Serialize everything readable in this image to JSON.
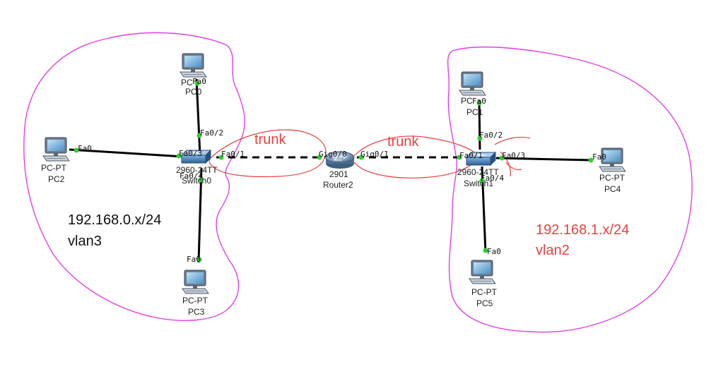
{
  "colors": {
    "link": "#000000",
    "port_dot": "#33cc33",
    "vlan_outline": "#e040e0",
    "annotation_red": "#e8403f",
    "device_blue": "#3d6ea6"
  },
  "devices": {
    "pc0": {
      "type": "PC",
      "name": "PC0",
      "port": "Fa0",
      "icon": "pc-icon"
    },
    "pc1": {
      "type": "PC",
      "name": "PC1",
      "port": "Fa0",
      "icon": "pc-icon"
    },
    "pc2": {
      "type": "PC-PT",
      "name": "PC2",
      "port": "Fa0",
      "icon": "pc-icon"
    },
    "pc3": {
      "type": "PC-PT",
      "name": "PC3",
      "port": "Fa0",
      "icon": "pc-icon"
    },
    "pc4": {
      "type": "PC-PT",
      "name": "PC4",
      "port": "Fa0",
      "icon": "pc-icon"
    },
    "pc5": {
      "type": "PC-PT",
      "name": "PC5",
      "port": "Fa0",
      "icon": "pc-icon"
    },
    "switch0": {
      "model": "2960-24TT",
      "name": "Switch0",
      "icon": "switch-icon",
      "ports": {
        "to_pc0": "Fa0/2",
        "to_pc2": "Fa0/3",
        "to_pc3": "Fa0/4",
        "to_router": "Fa0/1"
      }
    },
    "switch1": {
      "model": "2960-24TT",
      "name": "Switch1",
      "icon": "switch-icon",
      "ports": {
        "to_pc1": "Fa0/2",
        "to_pc4": "Fa0/3",
        "to_pc5": "Fa0/4",
        "to_router": "Fa0/1"
      }
    },
    "router2": {
      "model": "2901",
      "name": "Router2",
      "icon": "router-icon",
      "ports": {
        "to_switch0": "Gig0/0",
        "to_switch1": "Gig0/1"
      }
    }
  },
  "annotations": {
    "trunk_left": "trunk",
    "trunk_right": "trunk",
    "left_subnet": "192.168.0.x/24",
    "left_vlan": "vlan3",
    "right_subnet": "192.168.1.x/24",
    "right_vlan": "vlan2"
  }
}
